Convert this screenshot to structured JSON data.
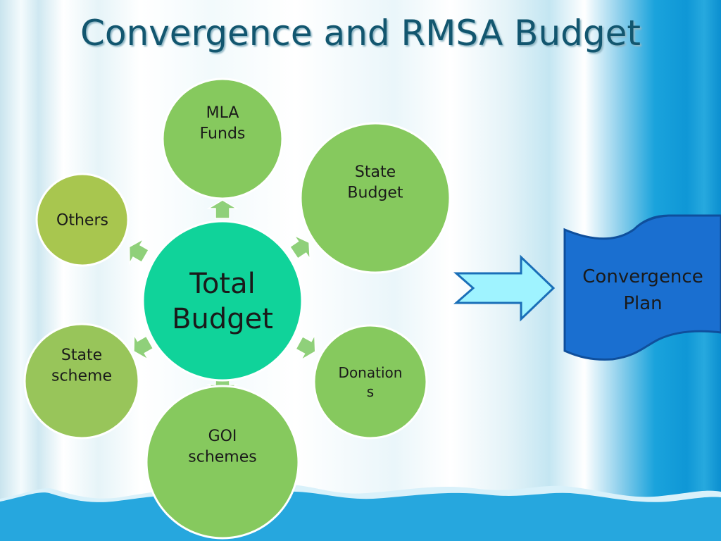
{
  "slide": {
    "title": "Convergence and RMSA Budget"
  },
  "hub": {
    "label_lines": [
      "Total",
      "Budget"
    ],
    "color": "#10d39a"
  },
  "satellites": [
    {
      "id": "mla-funds",
      "label_lines": [
        "MLA",
        "Funds"
      ],
      "color": "#86c95e"
    },
    {
      "id": "state-budget",
      "label_lines": [
        "State",
        "Budget"
      ],
      "color": "#86c95e"
    },
    {
      "id": "donations",
      "label_lines": [
        "Donation",
        "s"
      ],
      "color": "#86c95e"
    },
    {
      "id": "goi-schemes",
      "label_lines": [
        "GOI",
        "schemes"
      ],
      "color": "#86c95e"
    },
    {
      "id": "state-scheme",
      "label_lines": [
        "State",
        "scheme"
      ],
      "color": "#98c55a"
    },
    {
      "id": "others",
      "label_lines": [
        "Others"
      ],
      "color": "#a8c64f"
    }
  ],
  "outcome": {
    "label_lines": [
      "Convergence",
      "Plan"
    ],
    "color": "#1a6fd0"
  },
  "colors": {
    "arrow_fill": "#9ff3ff",
    "arrow_stroke": "#1a6fb8",
    "water_deep": "#22a5dd",
    "water_light": "#c8ecf8"
  }
}
